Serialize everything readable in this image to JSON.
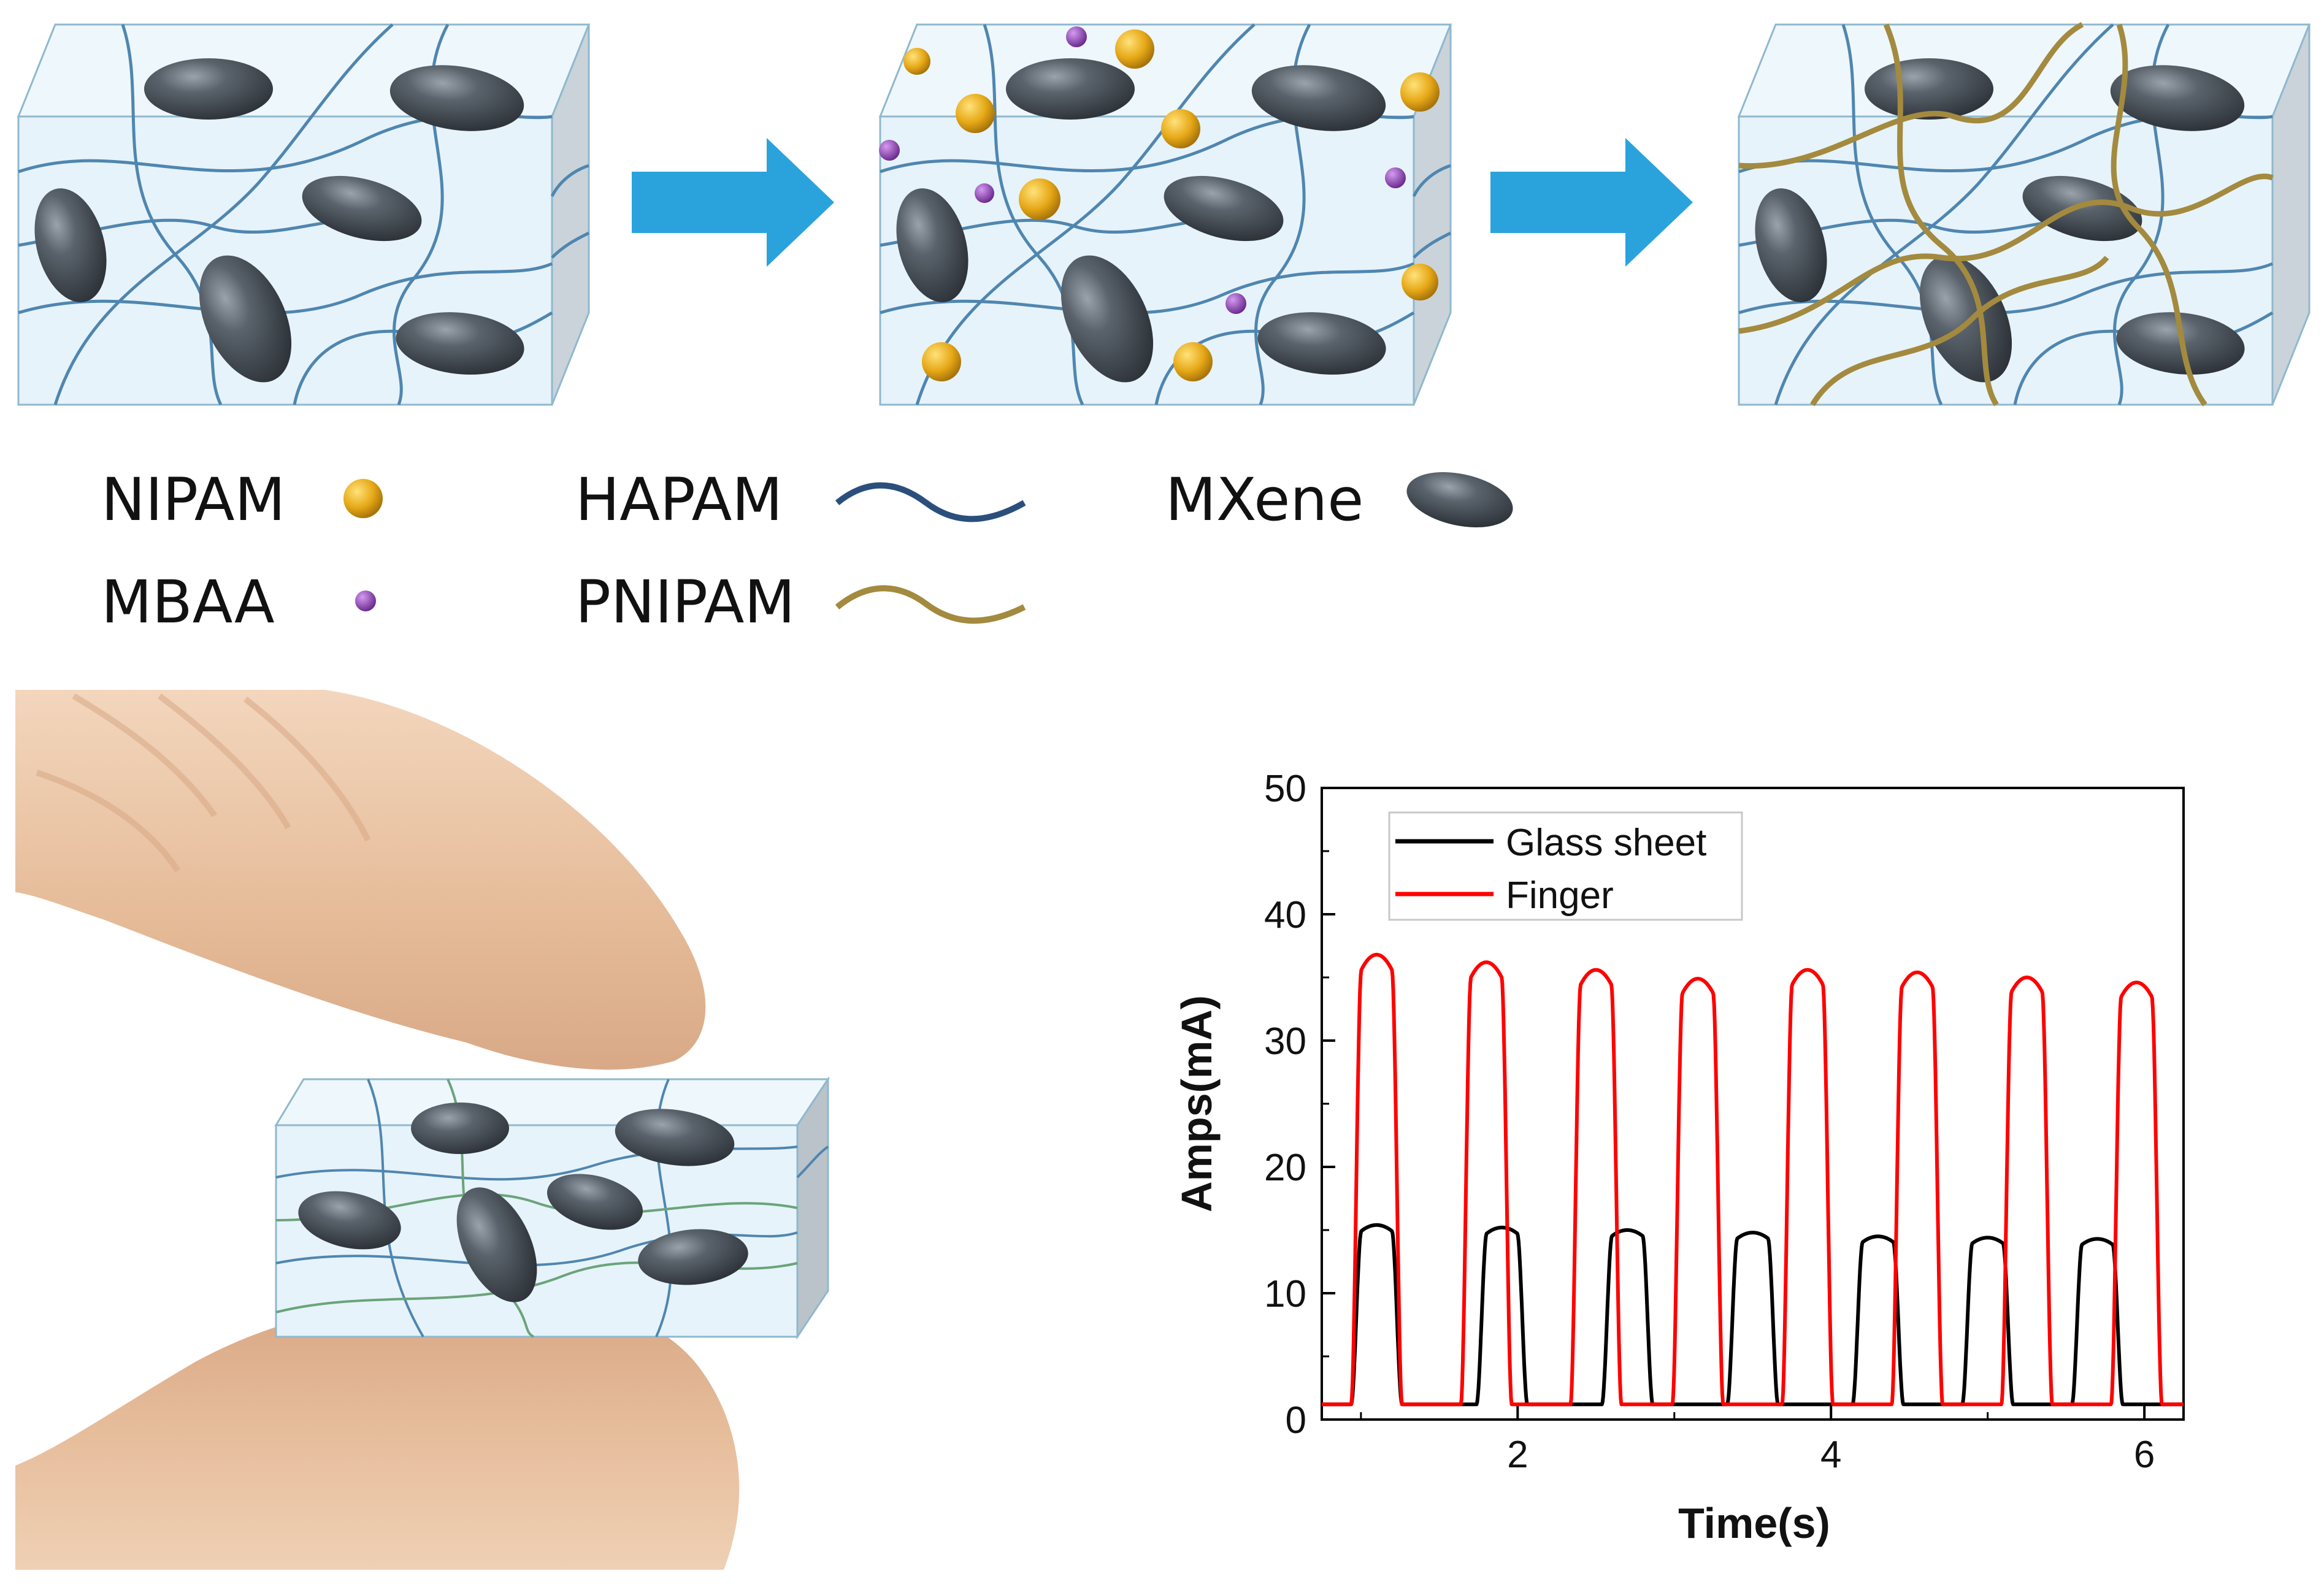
{
  "legend": {
    "nipam": "NIPAM",
    "mbaa": "MBAA",
    "hapam": "HAPAM",
    "pnipam": "PNIPAM",
    "mxene": "MXene"
  },
  "colors": {
    "nipam": "#e0a81f",
    "mbaa": "#8a3fb0",
    "hapam": "#4f86b0",
    "pnipam": "#a38a3e",
    "mxene": "#3a3f45",
    "arrow": "#2aa3dc",
    "cube_front": "#e6f3fa",
    "cube_side": "#c6d0d6",
    "skin": "#e9c3a2",
    "glass_sheet": "#000000",
    "finger": "#ff0000"
  },
  "chart_data": {
    "type": "line",
    "xlabel": "Time(s)",
    "ylabel": "Amps(mA)",
    "xlim": [
      0.75,
      6.25
    ],
    "ylim": [
      0,
      50
    ],
    "xticks": [
      2,
      4,
      6
    ],
    "yticks": [
      0,
      10,
      20,
      30,
      40,
      50
    ],
    "legend_position": "top-left",
    "series": [
      {
        "name": "Glass sheet",
        "color": "#000000",
        "peaks": [
          1.1,
          1.9,
          2.7,
          3.5,
          4.3,
          5.0,
          5.7
        ],
        "peak_values": [
          15.4,
          15.2,
          15.0,
          14.8,
          14.5,
          14.4,
          14.3
        ],
        "baseline": 1.2
      },
      {
        "name": "Finger",
        "color": "#ff0000",
        "peaks": [
          1.1,
          1.8,
          2.5,
          3.15,
          3.85,
          4.55,
          5.25,
          5.95
        ],
        "peak_values": [
          36.8,
          36.2,
          35.6,
          34.9,
          35.6,
          35.4,
          35.0,
          34.6
        ],
        "baseline": 1.2
      }
    ]
  }
}
